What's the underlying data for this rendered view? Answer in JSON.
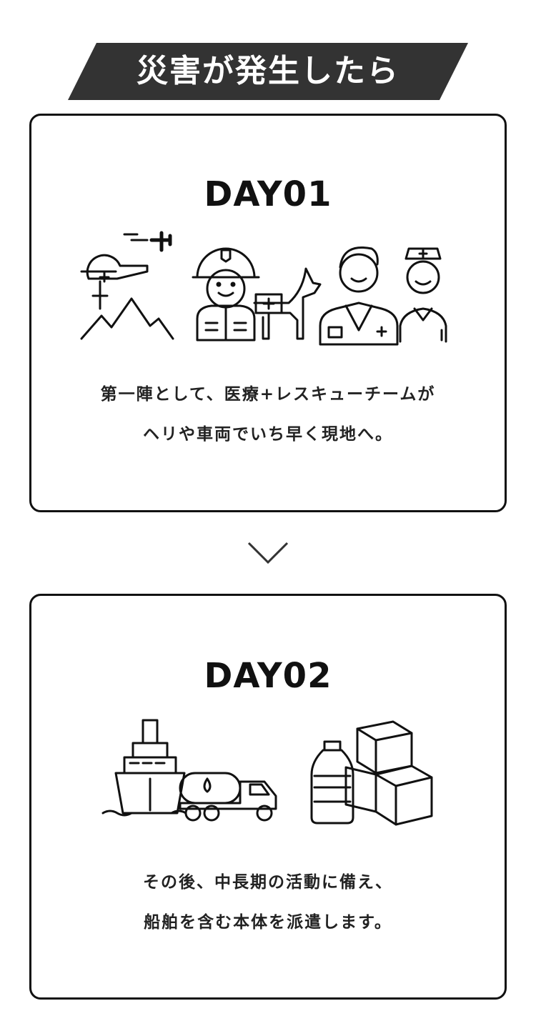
{
  "banner": {
    "title": "災害が発生したら",
    "color": "#333333"
  },
  "steps": [
    {
      "day": "DAY01",
      "lines": [
        "第一陣として、医療+レスキューチームが",
        "ヘリや車両でいち早く現地へ。"
      ]
    },
    {
      "day": "DAY02",
      "lines": [
        "その後、中長期の活動に備え、",
        "船舶を含む本体を派遣します。"
      ]
    }
  ]
}
